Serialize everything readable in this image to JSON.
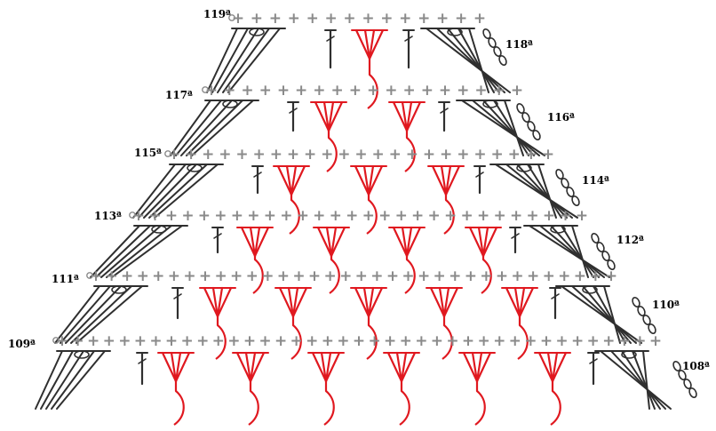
{
  "diagram": {
    "type": "crochet-chart",
    "colors": {
      "label": "#1f6ea8",
      "stitch": "#2f2f2f",
      "gray_stitch": "#8a8a8a",
      "accent": "#e0181f",
      "background": "#ffffff"
    },
    "stitch_symbols": {
      "single_crochet": "+",
      "slip_stitch": "•",
      "chain": "oval",
      "treble": "T-with-slash"
    },
    "labels": {
      "r119": "119ª",
      "r118": "118ª",
      "r117": "117ª",
      "r116": "116ª",
      "r115": "115ª",
      "r114": "114ª",
      "r113": "113ª",
      "r112": "112ª",
      "r111": "111ª",
      "r110": "110ª",
      "r109": "109ª",
      "r108": "108ª"
    },
    "sc_rows": [
      {
        "row": "119",
        "count": 14
      },
      {
        "row": "117",
        "count": 18
      },
      {
        "row": "115",
        "count": 23
      },
      {
        "row": "113",
        "count": 28
      },
      {
        "row": "111",
        "count": 34
      },
      {
        "row": "109",
        "count": 39
      }
    ],
    "fan_groups_per_band": [
      1,
      2,
      3,
      4,
      5,
      6
    ]
  }
}
